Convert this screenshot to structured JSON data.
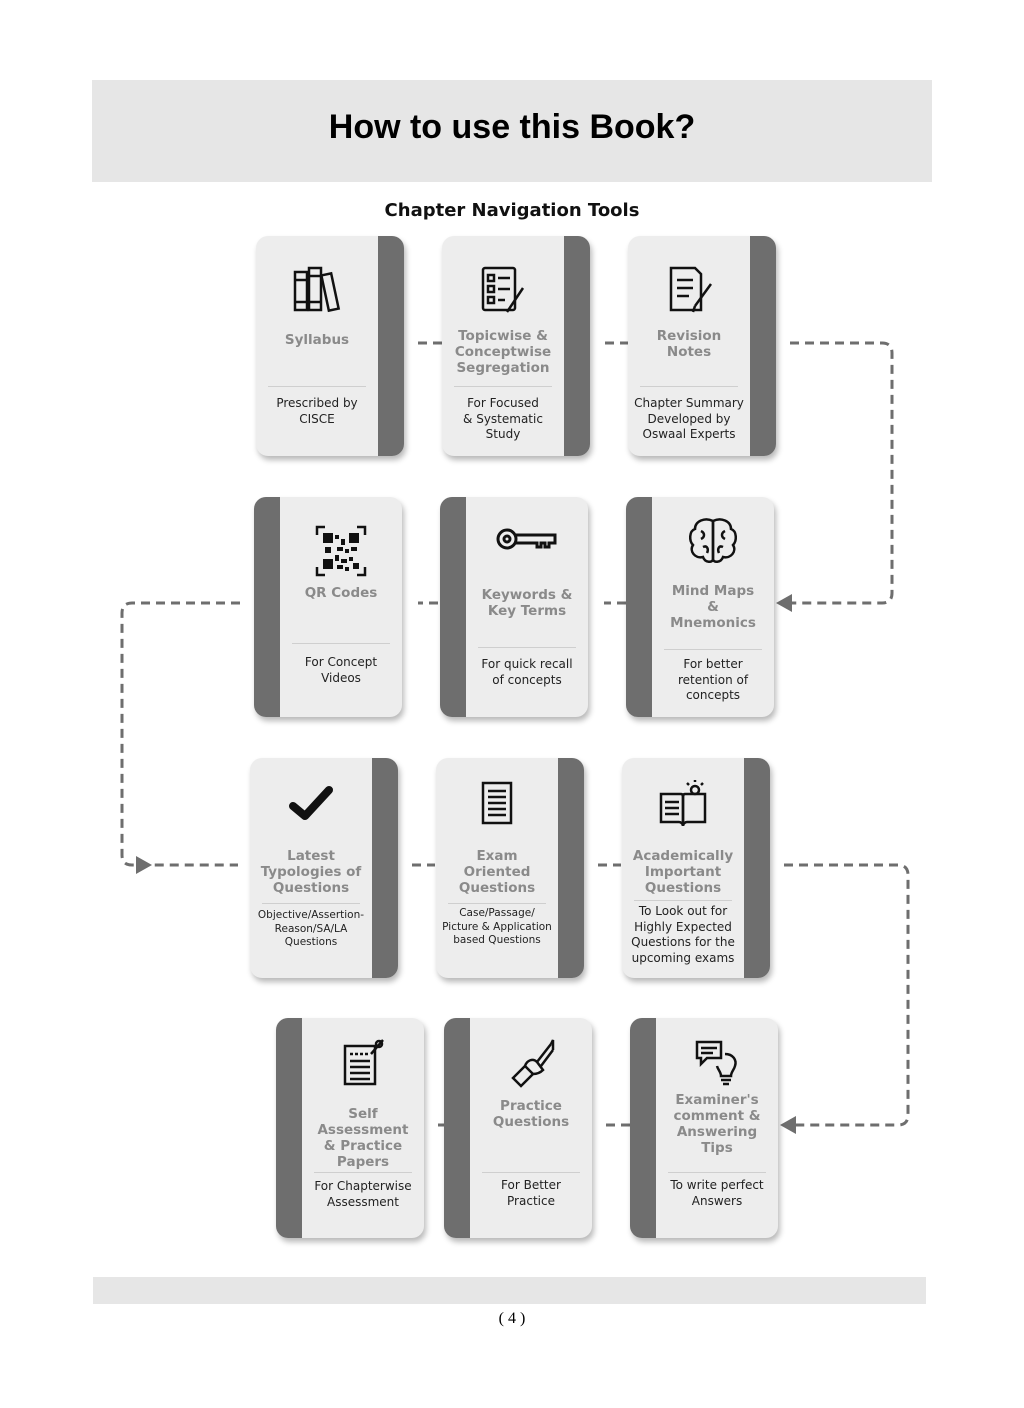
{
  "page": {
    "title": "How to use this Book?",
    "section_title": "Chapter Navigation Tools",
    "page_number": "( 4 )"
  },
  "cards": [
    {
      "title": "Syllabus",
      "desc": "Prescribed by\nCISCE",
      "icon": "books-icon"
    },
    {
      "title": "Topicwise &\nConceptwise\nSegregation",
      "desc": "For Focused\n& Systematic\nStudy",
      "icon": "checklist-icon"
    },
    {
      "title": "Revision\nNotes",
      "desc": "Chapter Summary\nDeveloped by\nOswaal Experts",
      "icon": "notepad-pen-icon"
    },
    {
      "title": "QR Codes",
      "desc": "For Concept\nVideos",
      "icon": "qr-code-icon"
    },
    {
      "title": "Keywords &\nKey Terms",
      "desc": "For quick recall\nof concepts",
      "icon": "key-icon"
    },
    {
      "title": "Mind Maps\n&\nMnemonics",
      "desc": "For better\nretention of\nconcepts",
      "icon": "brain-icon"
    },
    {
      "title": "Latest\nTypologies of\nQuestions",
      "desc": "Objective/Assertion-\nReason/SA/LA\nQuestions",
      "icon": "checkmark-icon"
    },
    {
      "title": "Exam Oriented\nQuestions",
      "desc": "Case/Passage/\nPicture & Application\nbased Questions",
      "icon": "document-icon"
    },
    {
      "title": "Academically\nImportant\nQuestions",
      "desc": "To Look out for\nHighly Expected\nQuestions for the\nupcoming exams",
      "icon": "open-book-icon"
    },
    {
      "title": "Self\nAssessment\n& Practice\nPapers",
      "desc": "For Chapterwise\nAssessment",
      "icon": "clipboard-pen-icon"
    },
    {
      "title": "Practice\nQuestions",
      "desc": "For Better\nPractice",
      "icon": "hand-pen-icon"
    },
    {
      "title": "Examiner's\ncomment &\nAnswering\nTips",
      "desc": "To write perfect\nAnswers",
      "icon": "bulb-speech-icon"
    }
  ],
  "colors": {
    "strip": "#6e6e6e",
    "card_bg": "#ededed",
    "title_text": "#8a8a8a",
    "band": "#e6e6e6",
    "connector": "#6e6e6e"
  }
}
